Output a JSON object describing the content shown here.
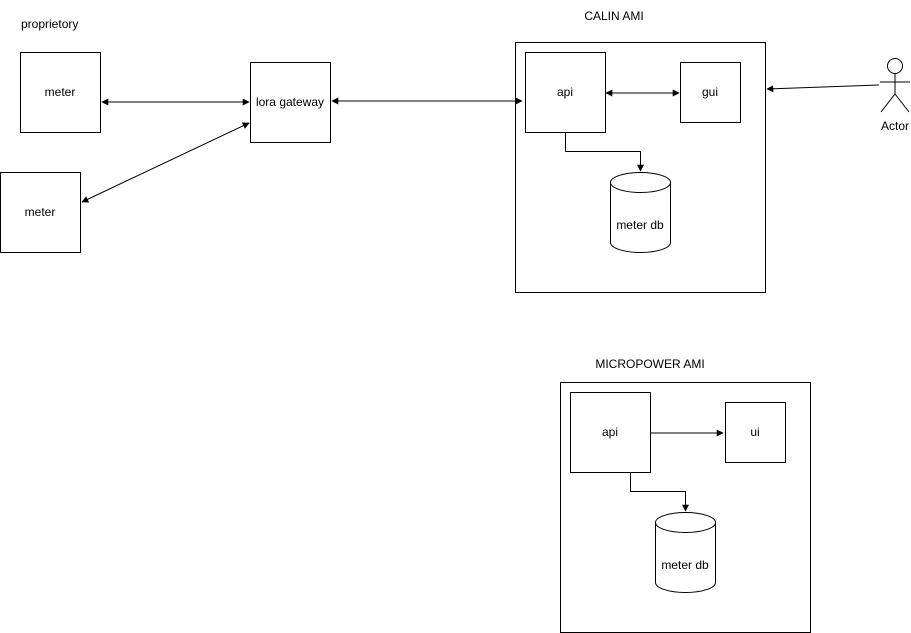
{
  "labels": {
    "proprietary": "proprietory",
    "calin_title": "CALIN AMI",
    "micropower_title": "MICROPOWER AMI"
  },
  "nodes": {
    "meter_top": "meter",
    "meter_bottom": "meter",
    "lora_gateway": "lora gateway",
    "calin_api": "api",
    "calin_gui": "gui",
    "calin_db": "meter db",
    "actor": "Actor",
    "micro_api": "api",
    "micro_ui": "ui",
    "micro_db": "meter db"
  },
  "colors": {
    "stroke": "#000000",
    "fill": "#ffffff",
    "text": "#000000"
  }
}
